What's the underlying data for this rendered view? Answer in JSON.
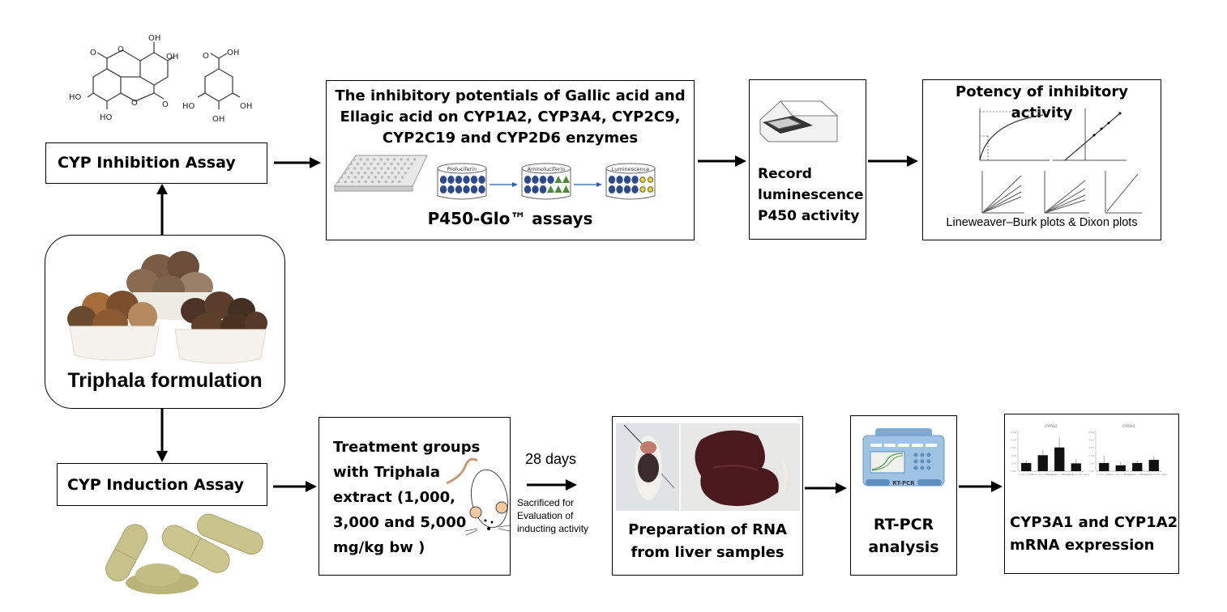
{
  "chemicals": {
    "ellagic_acid": {
      "name": "ellagic-acid-structure",
      "groups": [
        "OH",
        "OH",
        "O",
        "O",
        "HO",
        "HO",
        "O",
        "O"
      ]
    },
    "gallic_acid": {
      "name": "gallic-acid-structure",
      "groups": [
        "O",
        "OH",
        "HO",
        "OH",
        "OH"
      ]
    }
  },
  "inhibition": {
    "assay_label": "CYP Inhibition Assay",
    "potentials_title": "The inhibitory potentials of Gallic acid and Ellagic acid on CYP1A2, CYP3A4, CYP2C9, CYP2C19 and CYP2D6 enzymes",
    "title_lines": [
      "The inhibitory potentials of Gallic acid and",
      "Ellagic acid on CYP1A2, CYP3A4, CYP2C9,",
      "CYP2C19 and CYP2D6 enzymes"
    ],
    "steps": [
      "Proluciferin",
      "Aminoluciferin",
      "Luminescence"
    ],
    "assay_name": "P450-Glo™ assays",
    "record_lines": [
      "Record",
      "luminescence",
      "P450 activity"
    ],
    "potency_title": "Potency of inhibitory activity",
    "potency_caption": "Lineweaver–Burk plots & Dixon plots"
  },
  "center": {
    "formulation_label": "Triphala formulation"
  },
  "induction": {
    "assay_label": "CYP Induction Assay",
    "treatment_lines": [
      "Treatment groups",
      "with Triphala",
      "extract (1,000,",
      "3,000 and 5,000",
      "mg/kg bw )"
    ],
    "duration": "28 days",
    "sacrifice_lines": [
      "Sacrificed for",
      "Evaluation of",
      "inducting activity"
    ],
    "rna_lines": [
      "Preparation of RNA",
      "from liver samples"
    ],
    "rtpcr_device_label": "RT-PCR",
    "rtpcr_lines": [
      "RT-PCR",
      "analysis"
    ],
    "expression_lines": [
      "CYP3A1 and CYP1A2",
      "mRNA expression"
    ]
  },
  "chart_data": [
    {
      "type": "bar",
      "title": "CYP1A2",
      "categories": [
        "Control group",
        "Treated rats 1,000 mg/kg",
        "Treated rats 3,000 mg/kg",
        "Treated rats 5,000 mg/kg"
      ],
      "values": [
        1.05,
        2.05,
        3.05,
        1.0
      ],
      "errors": [
        0.35,
        0.7,
        1.3,
        0.55
      ],
      "ylim": [
        0,
        5
      ],
      "yticks": [
        "0.00",
        "1.00",
        "2.00",
        "3.00",
        "4.00",
        "5.00"
      ],
      "ylabel": "Fold change relative mRNA expression"
    },
    {
      "type": "bar",
      "title": "CYP3A1",
      "categories": [
        "Control group",
        "Treated rats 1,000 mg/kg",
        "Treated rats 3,000 mg/kg",
        "Treated rats 5,000 mg/kg"
      ],
      "values": [
        1.05,
        0.75,
        1.05,
        1.45
      ],
      "errors": [
        0.95,
        0.45,
        0.35,
        0.5
      ],
      "ylim": [
        0,
        5
      ],
      "yticks": [
        "0.00",
        "1.00",
        "2.00",
        "3.00",
        "4.00",
        "5.00"
      ],
      "ylabel": "Fold change relative mRNA expression"
    }
  ],
  "colors": {
    "border": "#000000",
    "well_blue": "#2f4a8a",
    "triangle_green": "#4e8a3c",
    "star_yellow": "#e8d14a",
    "flow_arrow_blue": "#2e5fa3",
    "rtpcr_body": "#9fc3e3",
    "rtpcr_dark": "#5e8fbf",
    "liver": "#4a1a1e",
    "capsule": "#c9c58f",
    "bowl": "#f4f2ec"
  }
}
